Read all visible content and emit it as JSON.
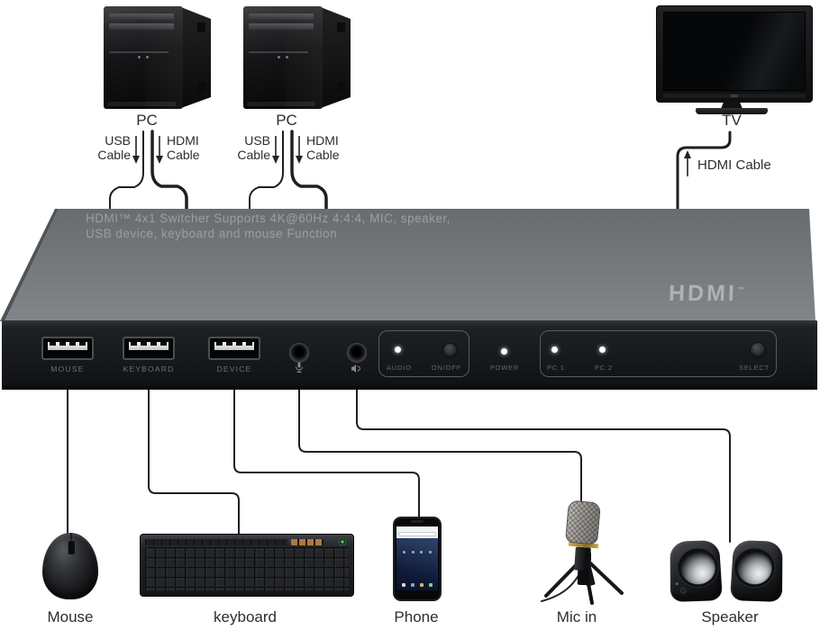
{
  "switcher": {
    "print_line1": "HDMI™ 4x1 Switcher Supports 4K@60Hz 4:4:4, MIC, speaker,",
    "print_line2": "USB device, keyboard and mouse Function",
    "hdmi_logo": "HDMI",
    "hdmi_logo_tm": "™",
    "front_panel": {
      "usb_ports": [
        {
          "label": "MOUSE"
        },
        {
          "label": "KEYBOARD"
        },
        {
          "label": "DEVICE"
        }
      ],
      "jacks": [
        {
          "icon": "mic-icon"
        },
        {
          "icon": "speaker-icon"
        }
      ],
      "audio_group": {
        "led_label": "AUDIO",
        "button_label": "ON/OFF"
      },
      "power_label": "POWER",
      "pc_group": {
        "led1_label": "PC 1",
        "led2_label": "PC 2",
        "button_label": "SELECT"
      }
    }
  },
  "sources": {
    "pc1_label": "PC",
    "pc2_label": "PC"
  },
  "display": {
    "tv_label": "TV",
    "cable_label": "HDMI Cable"
  },
  "cable_labels": {
    "usb_line1": "USB",
    "usb_line2": "Cable",
    "hdmi_line1": "HDMI",
    "hdmi_line2": "Cable"
  },
  "peripherals": [
    {
      "label": "Mouse"
    },
    {
      "label": "keyboard"
    },
    {
      "label": "Phone"
    },
    {
      "label": "Mic in"
    },
    {
      "label": "Speaker"
    }
  ],
  "colors": {
    "chassis_top": "#73777a",
    "chassis_front": "#17191b",
    "led": "#ffffff",
    "cable": "#1f1f1f",
    "label_text": "#2e2e2e",
    "panel_text": "#6d7073"
  }
}
